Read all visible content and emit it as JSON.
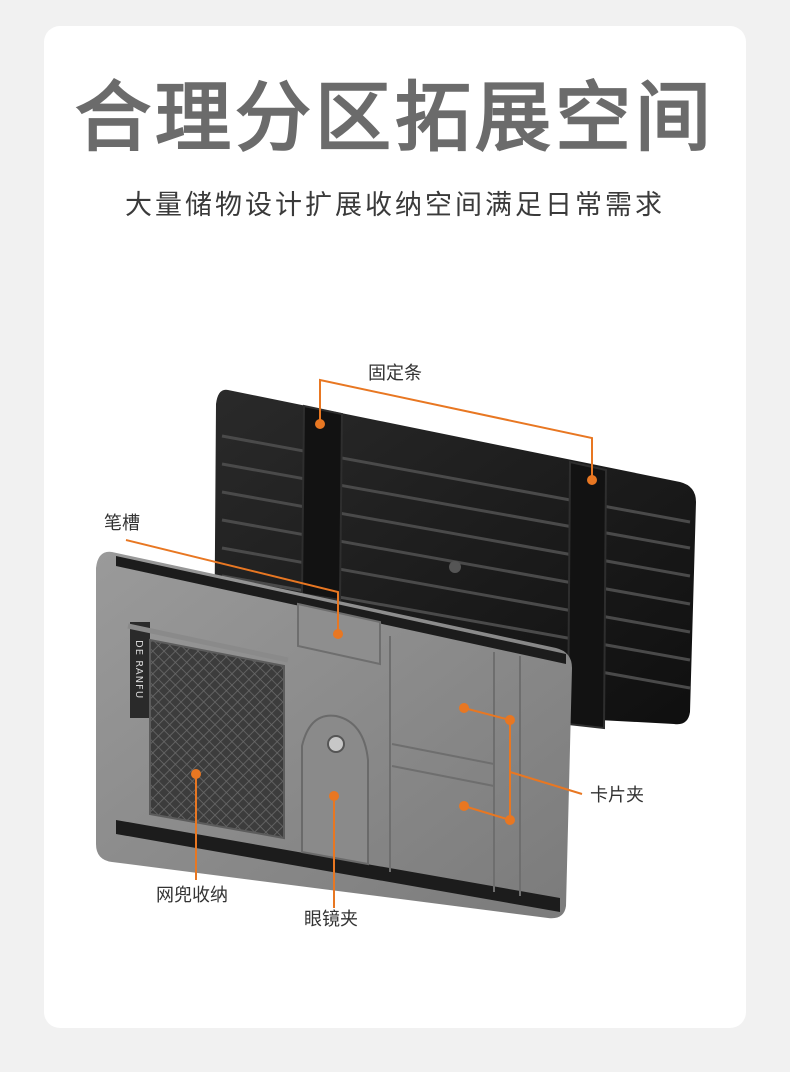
{
  "headline": "合理分区拓展空间",
  "subline": "大量储物设计扩展收纳空间满足日常需求",
  "brand_label": "DE RANFU",
  "callouts": {
    "fixing_strap": "固定条",
    "pen_slot": "笔槽",
    "card_clip": "卡片夹",
    "mesh_pocket": "网兜收纳",
    "glasses_clip": "眼镜夹"
  },
  "colors": {
    "accent": "#e87722",
    "headline": "#6b6b6b",
    "panel_gray": "#8c8c8c",
    "back_board": "#1c1c1c"
  }
}
